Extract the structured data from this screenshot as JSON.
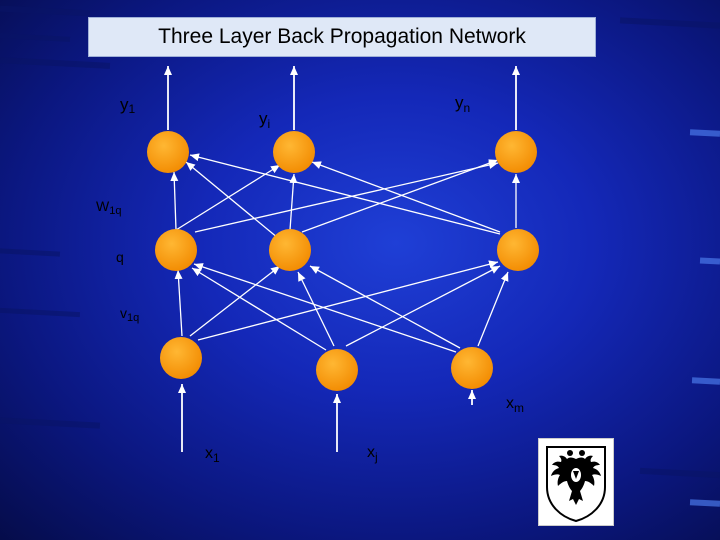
{
  "title": "Three Layer Back Propagation Network",
  "labels": {
    "y1": {
      "main": "y",
      "sub": "1"
    },
    "yi": {
      "main": "y",
      "sub": "i"
    },
    "yn": {
      "main": "y",
      "sub": "n"
    },
    "w1q": {
      "main": "W",
      "sub": "1q"
    },
    "q": {
      "main": "q",
      "sub": ""
    },
    "v1q": {
      "main": "v",
      "sub": "1q"
    },
    "xm": {
      "main": "x",
      "sub": "m"
    },
    "x1": {
      "main": "x",
      "sub": "1"
    },
    "xj": {
      "main": "x",
      "sub": "j"
    }
  },
  "colors": {
    "node": "#ff9f0a",
    "edge": "#ffffff",
    "background": "#1428b8",
    "title_box": "#dfe8f7"
  },
  "crest": {
    "icon": "double-headed-eagle-icon"
  }
}
